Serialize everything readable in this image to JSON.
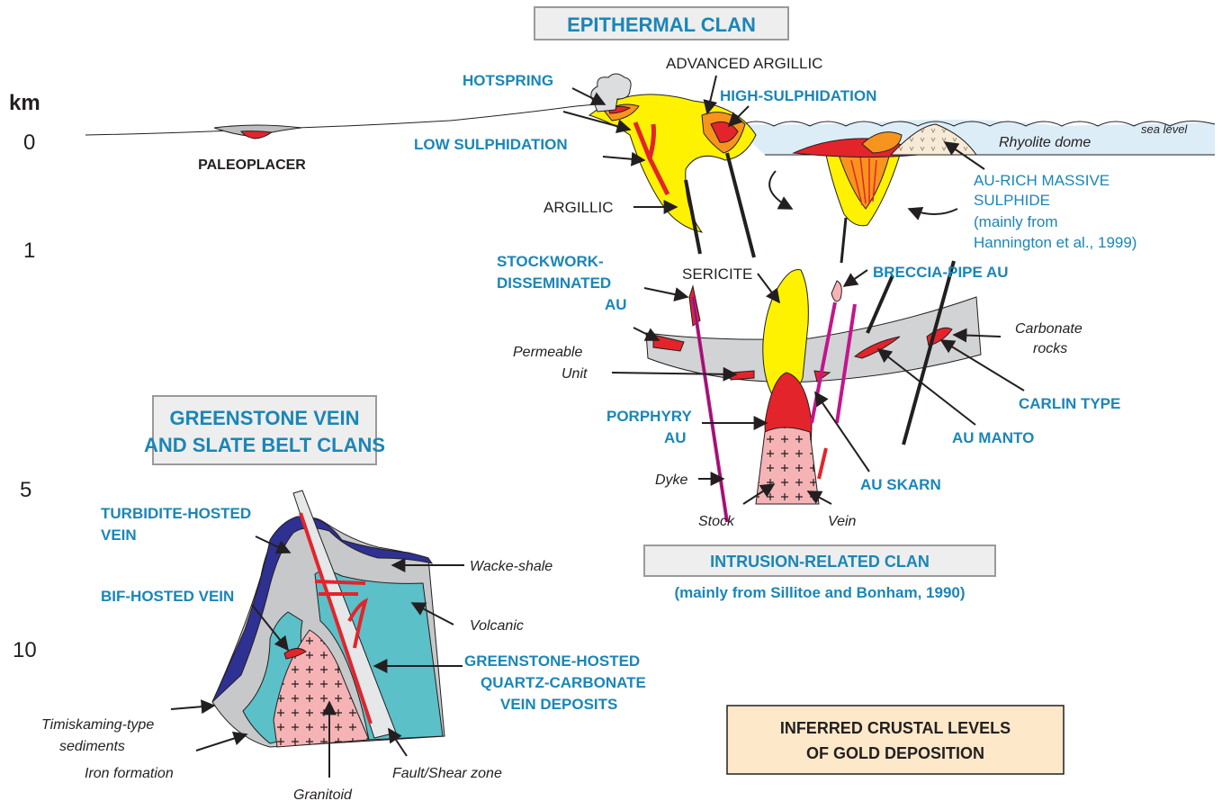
{
  "titles": {
    "epithermal": "EPITHERMAL CLAN",
    "greenstone_line1": "GREENSTONE VEIN",
    "greenstone_line2": "AND SLATE BELT CLANS",
    "intrusion": "INTRUSION-RELATED CLAN",
    "intrusion_source": "(mainly from Sillitoe and Bonham, 1990)",
    "inferred_line1": "INFERRED CRUSTAL LEVELS",
    "inferred_line2": "OF GOLD DEPOSITION"
  },
  "axis": {
    "unit": "km",
    "ticks": [
      "0",
      "1",
      "5",
      "10"
    ]
  },
  "deposits": {
    "hotspring": "HOTSPRING",
    "low_sulphidation": "LOW SULPHIDATION",
    "high_sulphidation": "HIGH-SULPHIDATION",
    "paleoplacer": "PALEOPLACER",
    "stockwork_1": "STOCKWORK-",
    "stockwork_2": "DISSEMINATED",
    "stockwork_3": "AU",
    "breccia": "BRECCIA-PIPE AU",
    "porphyry_1": "PORPHYRY",
    "porphyry_2": "AU",
    "carlin": "CARLIN TYPE",
    "manto": "AU MANTO",
    "skarn": "AU SKARN",
    "vms_1": "AU-RICH MASSIVE",
    "vms_2": "SULPHIDE",
    "vms_3": "(mainly from",
    "vms_4": "Hannington et al., 1999)",
    "turbidite_1": "TURBIDITE-HOSTED",
    "turbidite_2": "VEIN",
    "bif": "BIF-HOSTED VEIN",
    "greenstone_qc_1": "GREENSTONE-HOSTED",
    "greenstone_qc_2": "QUARTZ-CARBONATE",
    "greenstone_qc_3": "VEIN DEPOSITS"
  },
  "alteration": {
    "advanced_argillic": "ADVANCED ARGILLIC",
    "argillic": "ARGILLIC",
    "sericite": "SERICITE"
  },
  "lithology": {
    "rhyolite": "Rhyolite dome",
    "sea_level": "sea level",
    "carbonate_1": "Carbonate",
    "carbonate_2": "rocks",
    "permeable_1": "Permeable",
    "permeable_2": "Unit",
    "dyke": "Dyke",
    "stock": "Stock",
    "vein": "Vein",
    "wacke": "Wacke-shale",
    "volcanic": "Volcanic",
    "timiskaming_1": "Timiskaming-type",
    "timiskaming_2": "sediments",
    "iron_formation": "Iron formation",
    "fault": "Fault/Shear zone",
    "granitoid": "Granitoid"
  },
  "colors": {
    "label_blue": "#1a86b8",
    "ore_red": "#e3242b",
    "argillic_yellow": "#fff200",
    "advanced_orange": "#f7941d",
    "sea_blue": "#dcedf7",
    "carbonate_grey": "#d1d3d4",
    "volcanic_teal": "#5bc0c8",
    "shale_grey": "#c7c8ca",
    "turbidite_navy": "#2e3192",
    "granite_pink": "#f6b3b5",
    "dyke_magenta": "#c2168c",
    "inferred_box": "#fde9c9",
    "title_box": "#eeeeee"
  }
}
